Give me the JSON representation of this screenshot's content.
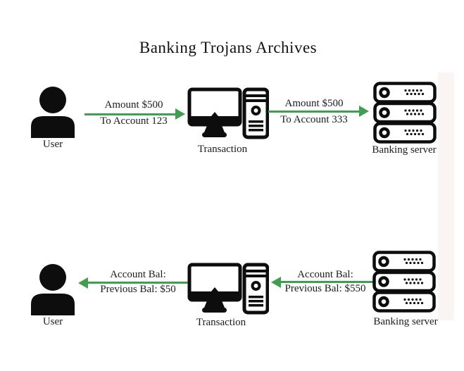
{
  "title": "Banking Trojans Archives",
  "colors": {
    "arrow_green": "#3f9e4f",
    "icon_black": "#0d0d0d",
    "text": "#1c1c1c",
    "strip": "#faf5f3"
  },
  "flow_top": {
    "user": {
      "label": "User"
    },
    "transaction": {
      "label": "Transaction"
    },
    "server": {
      "label": "Banking server"
    },
    "user_to_transaction": {
      "direction": "right",
      "line1": "Amount $500",
      "line2": "To Account 123"
    },
    "transaction_to_server": {
      "direction": "right",
      "line1": "Amount $500",
      "line2": "To Account 333"
    }
  },
  "flow_bottom": {
    "user": {
      "label": "User"
    },
    "transaction": {
      "label": "Transaction"
    },
    "server": {
      "label": "Banking server"
    },
    "transaction_to_user": {
      "direction": "left",
      "line1": "Account Bal:",
      "line2": "Previous Bal: $50"
    },
    "server_to_transaction": {
      "direction": "left",
      "line1": "Account Bal:",
      "line2": "Previous Bal: $550"
    }
  }
}
